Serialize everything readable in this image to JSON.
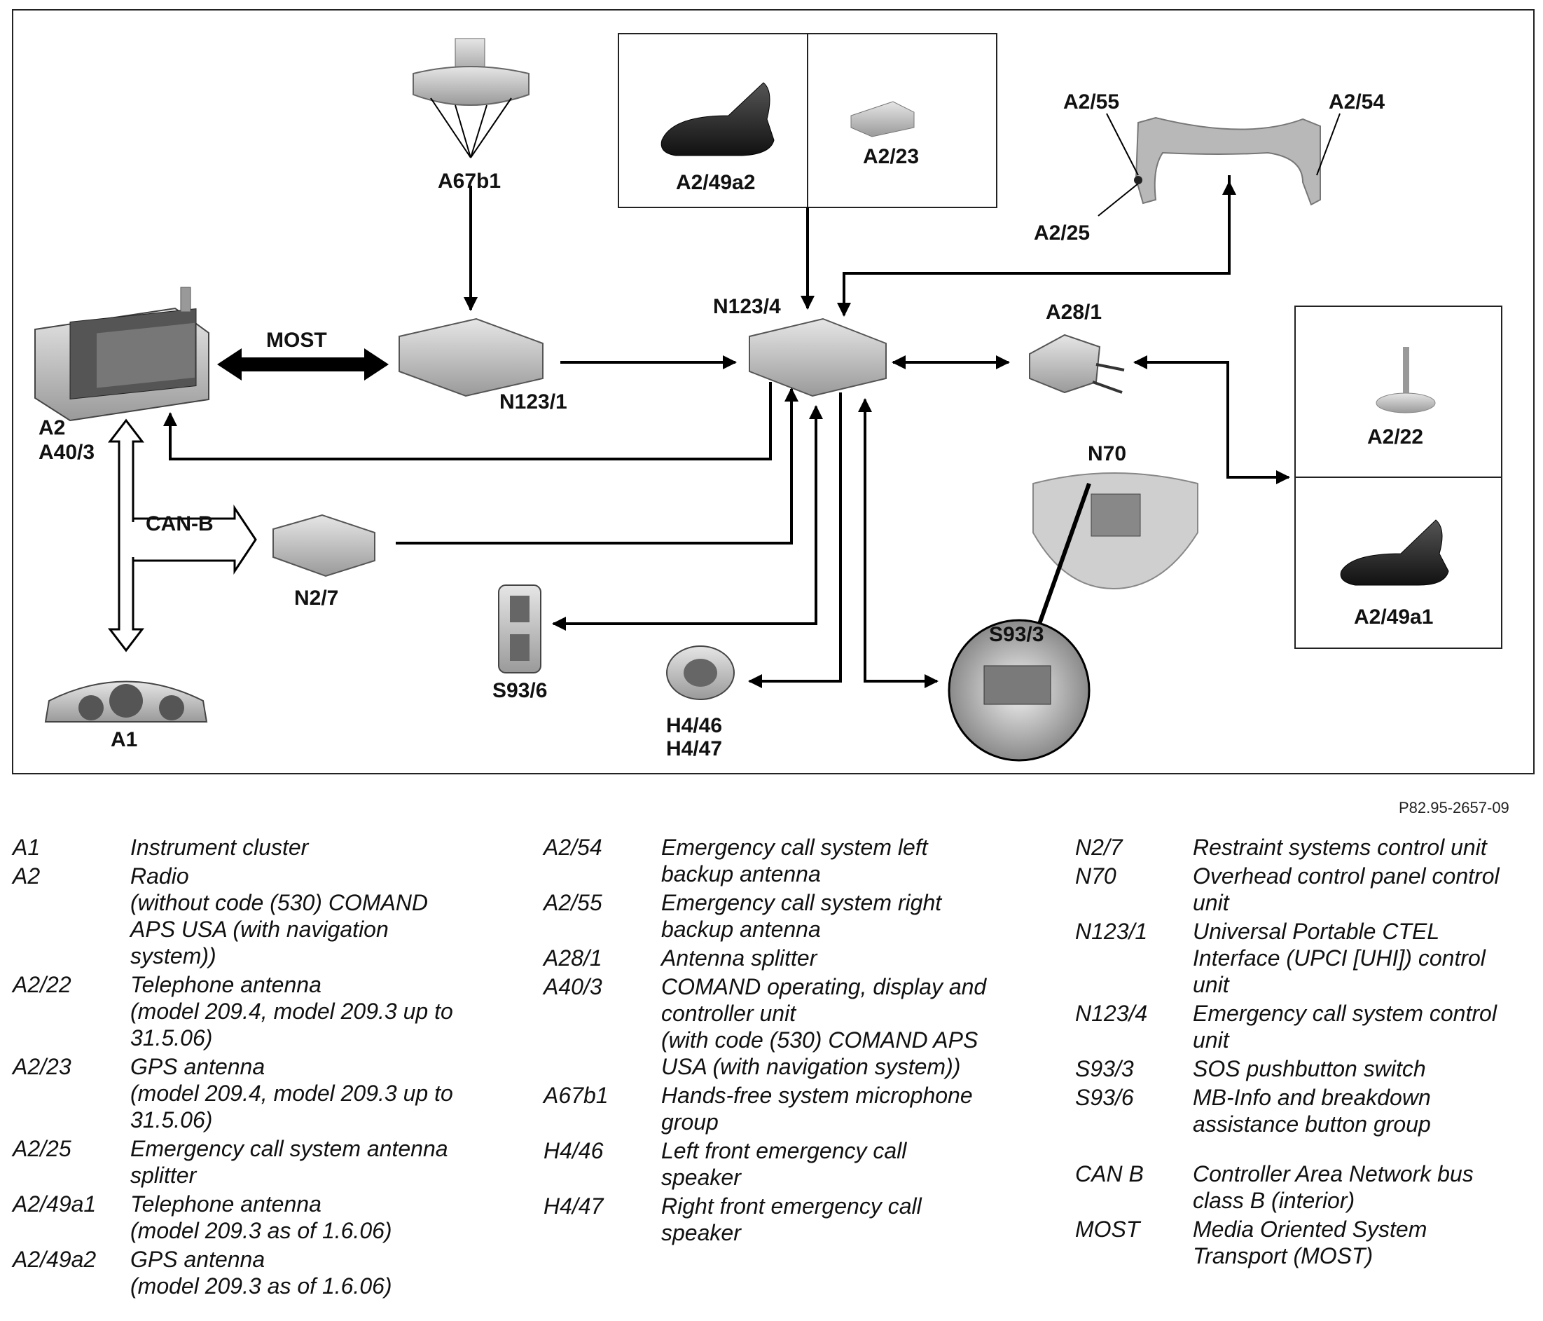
{
  "diagram": {
    "ref": "P82.95-2657-09",
    "nodes": {
      "A67b1": "A67b1",
      "A2_49a2": "A2/49a2",
      "A2_23": "A2/23",
      "A2_55": "A2/55",
      "A2_54": "A2/54",
      "A2_25": "A2/25",
      "N123_4": "N123/4",
      "A28_1": "A28/1",
      "A2": "A2",
      "A40_3": "A40/3",
      "N123_1": "N123/1",
      "N70": "N70",
      "A2_22": "A2/22",
      "A2_49a1": "A2/49a1",
      "N2_7": "N2/7",
      "S93_6": "S93/6",
      "S93_3": "S93/3",
      "H4_46": "H4/46",
      "H4_47": "H4/47",
      "A1": "A1"
    },
    "buses": {
      "most": "MOST",
      "canb": "CAN-B"
    }
  },
  "legend": {
    "col1": [
      {
        "code": "A1",
        "lines": [
          "Instrument cluster"
        ]
      },
      {
        "code": "A2",
        "lines": [
          "Radio",
          "(without code (530) COMAND",
          "APS USA (with navigation",
          "system))"
        ]
      },
      {
        "code": "A2/22",
        "lines": [
          "Telephone antenna",
          "(model 209.4, model 209.3 up to",
          "31.5.06)"
        ]
      },
      {
        "code": "A2/23",
        "lines": [
          "GPS antenna",
          "(model 209.4, model 209.3 up to",
          "31.5.06)"
        ]
      },
      {
        "code": "A2/25",
        "lines": [
          "Emergency call system antenna",
          "splitter"
        ]
      },
      {
        "code": "A2/49a1",
        "lines": [
          "Telephone antenna",
          "(model 209.3 as of 1.6.06)"
        ]
      },
      {
        "code": "A2/49a2",
        "lines": [
          "GPS antenna",
          "(model 209.3 as of 1.6.06)"
        ]
      }
    ],
    "col2": [
      {
        "code": "A2/54",
        "lines": [
          "Emergency call system left",
          "backup antenna"
        ]
      },
      {
        "code": "A2/55",
        "lines": [
          "Emergency call system right",
          "backup antenna"
        ]
      },
      {
        "code": "A28/1",
        "lines": [
          "Antenna splitter"
        ]
      },
      {
        "code": "A40/3",
        "lines": [
          "COMAND operating, display and",
          "controller unit",
          "(with code (530) COMAND APS",
          "USA (with navigation system))"
        ]
      },
      {
        "code": "A67b1",
        "lines": [
          "Hands-free system microphone",
          "group"
        ]
      },
      {
        "code": "H4/46",
        "lines": [
          "Left front emergency call",
          "speaker"
        ]
      },
      {
        "code": "H4/47",
        "lines": [
          "Right front emergency call",
          "speaker"
        ]
      }
    ],
    "col3": [
      {
        "code": "N2/7",
        "lines": [
          "Restraint systems control unit"
        ]
      },
      {
        "code": "N70",
        "lines": [
          "Overhead control panel control",
          "unit"
        ]
      },
      {
        "code": "N123/1",
        "lines": [
          "Universal Portable CTEL",
          "Interface (UPCI [UHI]) control",
          "unit"
        ]
      },
      {
        "code": "N123/4",
        "lines": [
          "Emergency call system control",
          "unit"
        ]
      },
      {
        "code": "S93/3",
        "lines": [
          "SOS pushbutton switch"
        ]
      },
      {
        "code": "S93/6",
        "lines": [
          "MB-Info and breakdown",
          "assistance button group"
        ]
      }
    ],
    "col3b": [
      {
        "code": "CAN B",
        "lines": [
          "Controller Area Network bus",
          "class B (interior)"
        ]
      },
      {
        "code": "MOST",
        "lines": [
          "Media Oriented System",
          "Transport (MOST)"
        ]
      }
    ]
  }
}
